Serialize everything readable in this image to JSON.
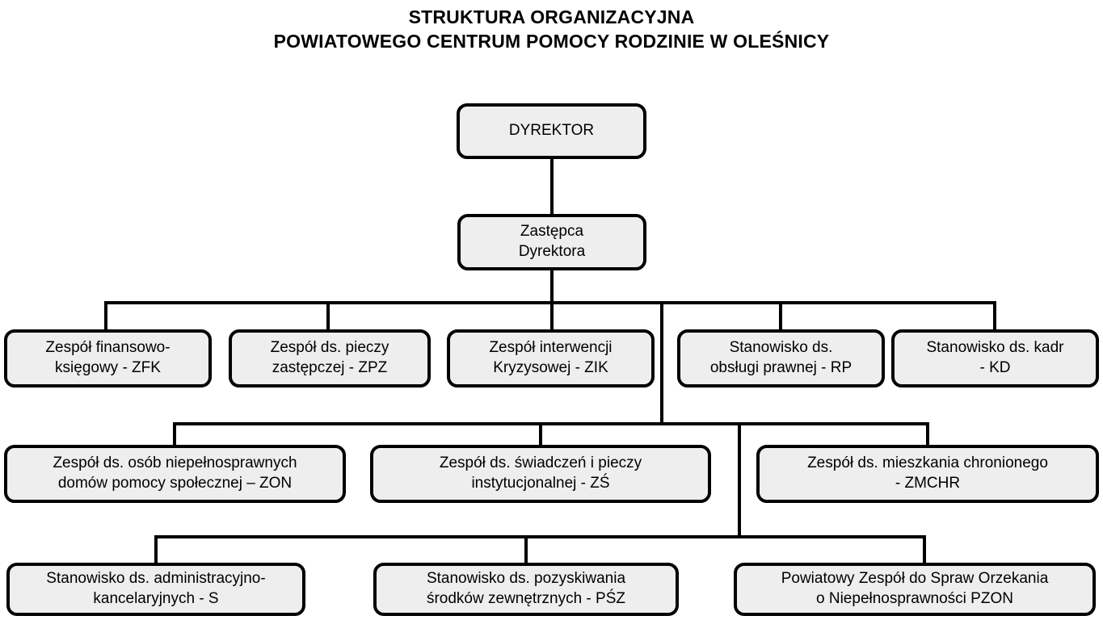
{
  "title": {
    "line1": "STRUKTURA ORGANIZACYJNA",
    "line2": "POWIATOWEGO CENTRUM POMOCY RODZINIE W OLEŚNICY"
  },
  "colors": {
    "background": "#ffffff",
    "box_fill": "#eeeeee",
    "box_border": "#000000",
    "connector": "#000000",
    "text": "#000000"
  },
  "nodes": {
    "dyrektor": {
      "label": "DYREKTOR",
      "reports_to": null
    },
    "zastepca_dyrektora": {
      "label": "Zastępca\nDyrektora",
      "reports_to": "dyrektor"
    },
    "zfk": {
      "label": "Zespół finansowo-\nksięgowy - ZFK",
      "reports_to": "zastepca_dyrektora"
    },
    "zpz": {
      "label": "Zespół ds. pieczy\nzastępczej - ZPZ",
      "reports_to": "zastepca_dyrektora"
    },
    "zik": {
      "label": "Zespół interwencji\nKryzysowej - ZIK",
      "reports_to": "zastepca_dyrektora"
    },
    "rp": {
      "label": "Stanowisko ds.\nobsługi prawnej - RP",
      "reports_to": "zastepca_dyrektora"
    },
    "kd": {
      "label": "Stanowisko ds. kadr\n- KD",
      "reports_to": "zastepca_dyrektora"
    },
    "zon": {
      "label": "Zespół ds. osób niepełnosprawnych\ndomów pomocy społecznej – ZON",
      "reports_to": "zastepca_dyrektora"
    },
    "zs": {
      "label": "Zespół ds. świadczeń i pieczy\ninstytucjonalnej - ZŚ",
      "reports_to": "zastepca_dyrektora"
    },
    "zmchr": {
      "label": "Zespół ds. mieszkania chronionego\n- ZMCHR",
      "reports_to": "zastepca_dyrektora"
    },
    "s": {
      "label": "Stanowisko ds. administracyjno-\nkancelaryjnych - S",
      "reports_to": "zastepca_dyrektora"
    },
    "psz": {
      "label": "Stanowisko ds. pozyskiwania\nśrodków zewnętrznych - PŚZ",
      "reports_to": "zastepca_dyrektora"
    },
    "pzon": {
      "label": "Powiatowy Zespół do Spraw Orzekania\no Niepełnosprawności PZON",
      "reports_to": "zastepca_dyrektora"
    }
  }
}
